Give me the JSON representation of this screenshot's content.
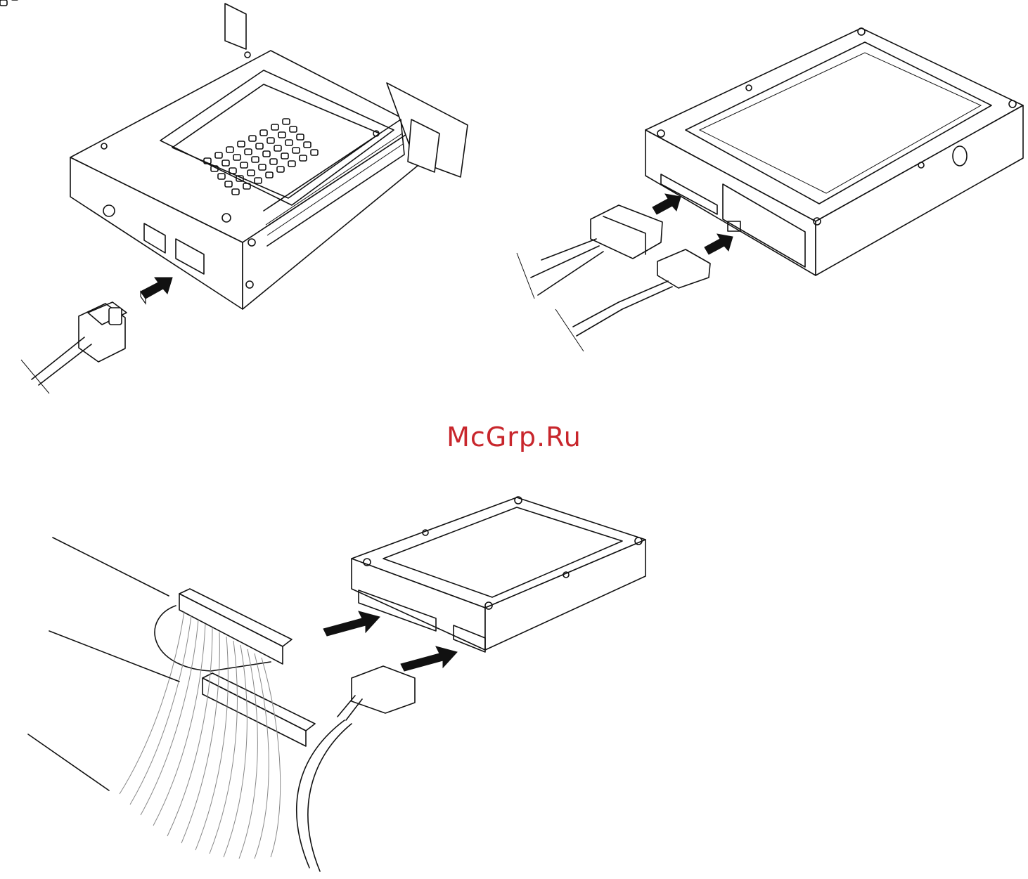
{
  "watermark": {
    "text": "McGrp.Ru",
    "color": "#c8262c"
  },
  "colors": {
    "line": "#111111",
    "background": "#ffffff",
    "accent": "#c8262c"
  },
  "figures": [
    {
      "id": "drive-bay-cable",
      "icon": "drive-bay-with-connector"
    },
    {
      "id": "sata-hdd",
      "icon": "sata-hard-drive-with-cables"
    },
    {
      "id": "ide-hdd",
      "icon": "ide-hard-drive-with-ribbon-cable"
    }
  ]
}
